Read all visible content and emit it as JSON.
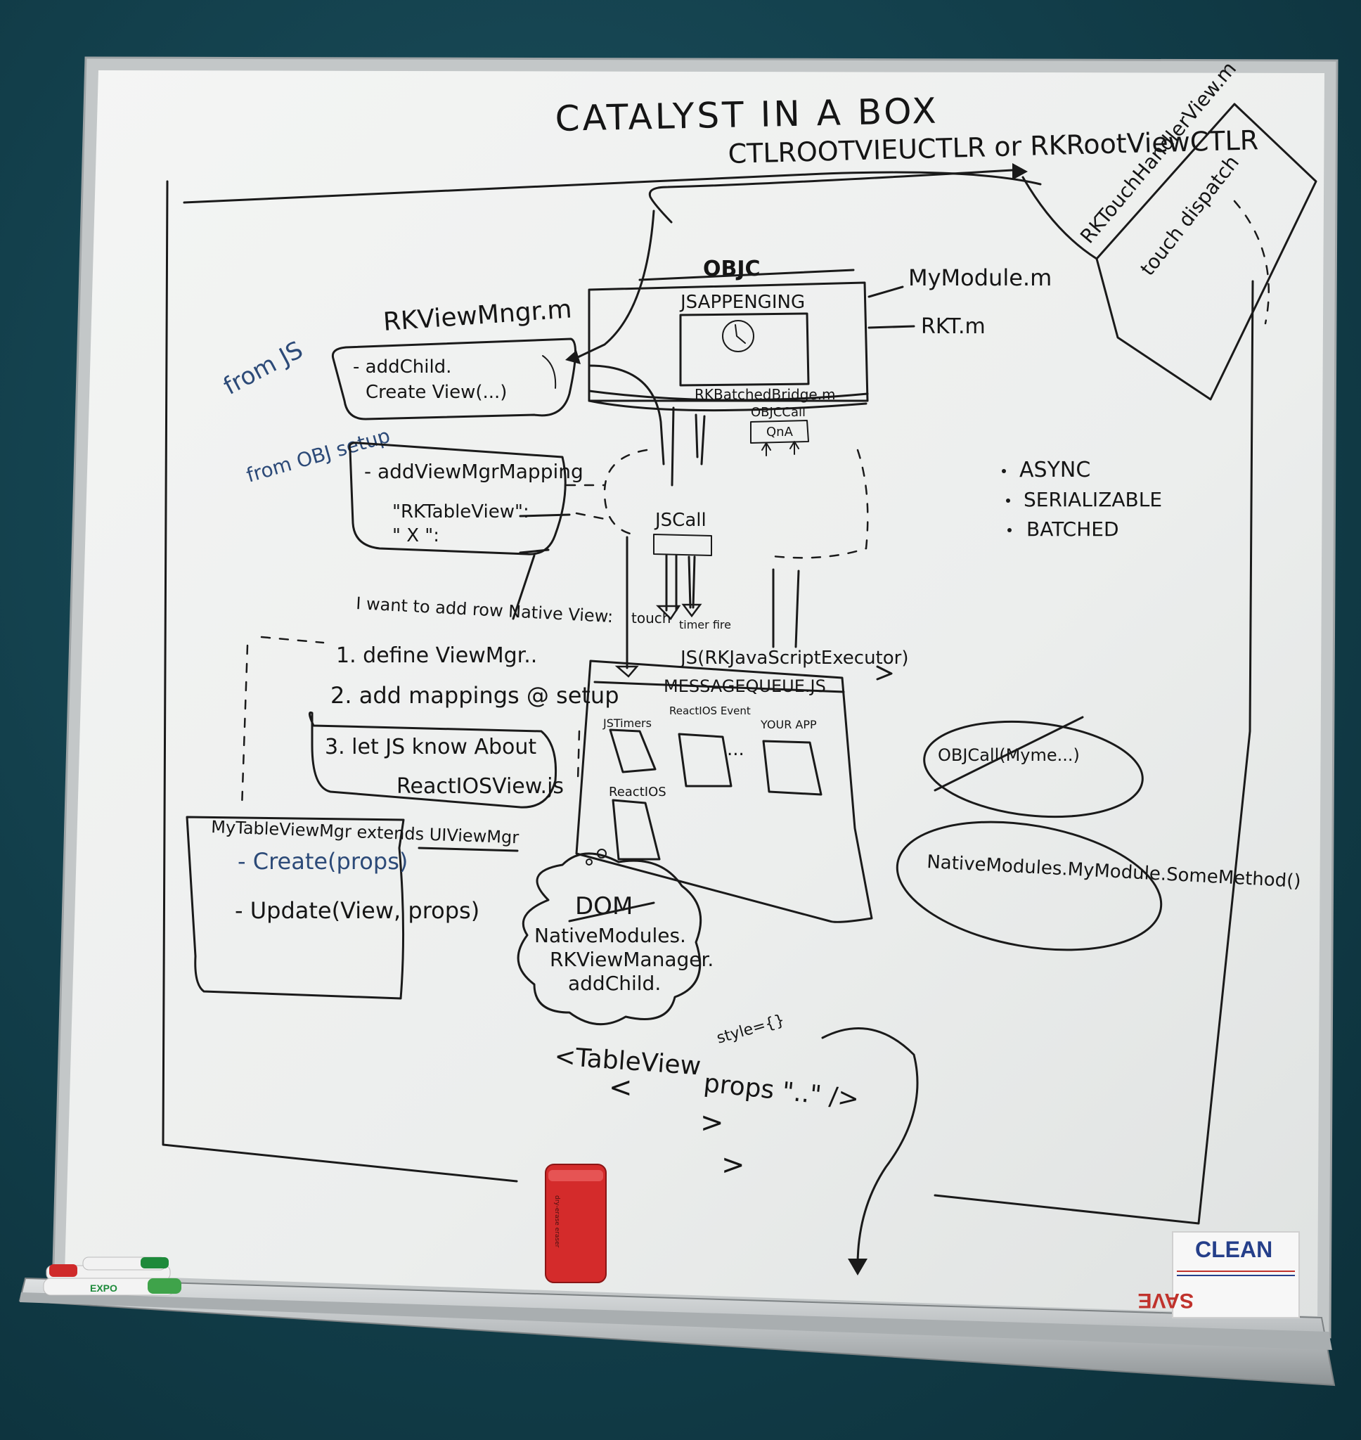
{
  "board": {
    "title": "CATALYST IN A BOX",
    "root_controller": "CTLROOTVIEUCTLR or RKRootViewCTLR",
    "objc_label": "OBJC",
    "js_appending": "JSAPPENGING",
    "mymodule": "MyModule.m",
    "rkt_m": "RKT.m",
    "batched_bridge": "RKBatchedBridge.m",
    "objc_call": "OBJCCall",
    "queue_label": "QnA",
    "view_manager_title": "RKViewMngr.m",
    "view_manager_lines": [
      "- addChild.",
      "Create View(...)"
    ],
    "from_js": "from JS",
    "from_objc_setup": "from OBJ setup",
    "add_view_mgr_lines": [
      "- addViewMgrMapping",
      "\"RKTableView\":",
      "\" X \":"
    ],
    "jscall": "JSCall",
    "touch": "touch",
    "timer_fire": "timer fire",
    "js_executor": "JS(RKJavaScriptExecutor)",
    "message_queue": "MESSAGEQUEUE.JS",
    "queue_module_labels": [
      "JSTimers",
      "ReactIOS Event",
      "YOUR APP",
      "ReactIOS"
    ],
    "ellipsis": "...",
    "async_list": [
      "ASYNC",
      "SERIALIZABLE",
      "BATCHED"
    ],
    "steps_intro": "I want to add row Native View:",
    "steps": [
      "1. define ViewMgr..",
      "2. add mappings @ setup",
      "3. let JS know About",
      "ReactIOSView.js"
    ],
    "tableview_box_title": "MyTableViewMgr extends UIViewMgr",
    "tableview_box_lines": [
      "- Create(props)",
      "- Update(View, props)"
    ],
    "cloud_lines": [
      "DOM",
      "NativeModules.",
      "RKViewManager.",
      "addChild."
    ],
    "ellipse_objcall": "OBJCall(Myme...)",
    "ellipse_native_modules": "NativeModules.MyModule.SomeMethod()",
    "jsx_lines": [
      "<TableView",
      "props \"..\" />",
      "<",
      ">",
      ">",
      "style={}"
    ],
    "rk_touch_box": [
      "RKTouchHandlerView.m",
      "touch dispatch"
    ],
    "sticker_clean": "CLEAN",
    "sticker_save": "SAVE",
    "eraser_text": "dry-erase eraser",
    "marker_text": "EXPO"
  },
  "colors": {
    "board_face": "#eef0ef",
    "frame": "#c9cccc",
    "wall": "#123e4a",
    "ink": "#1a1a1a",
    "ink_blue": "#2c4a78",
    "eraser_red": "#d42b2b",
    "sticker_blue": "#253f8a",
    "sticker_red": "#c0322c"
  }
}
